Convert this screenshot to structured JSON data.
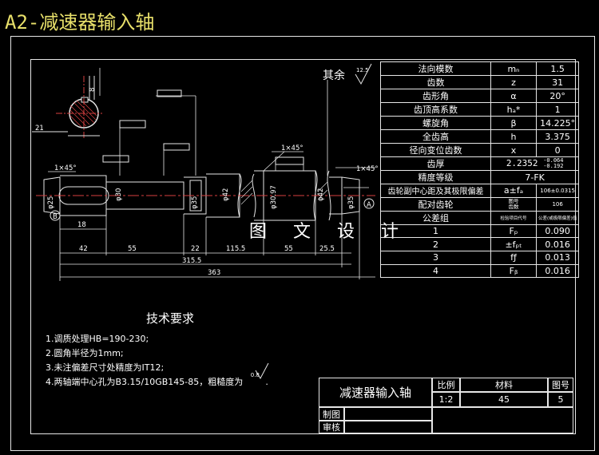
{
  "title": "A2-减速器输入轴",
  "watermark": "图 文 设 计",
  "remaining": {
    "label": "其余",
    "roughness": "12.5"
  },
  "param_table": [
    {
      "name": "法向模数",
      "symbol": "mₙ",
      "value": "1.5"
    },
    {
      "name": "齿数",
      "symbol": "z",
      "value": "31"
    },
    {
      "name": "齿形角",
      "symbol": "α",
      "value": "20°"
    },
    {
      "name": "齿顶高系数",
      "symbol": "hₐ*",
      "value": "1"
    },
    {
      "name": "螺旋角",
      "symbol": "β",
      "value": "14.225°"
    },
    {
      "name": "全齿高",
      "symbol": "h",
      "value": "3.375"
    },
    {
      "name": "径向变位齿数",
      "symbol": "x",
      "value": "0"
    },
    {
      "name": "齿厚",
      "thickness": "2.2352",
      "upper": "-0.064",
      "lower": "-0.192"
    },
    {
      "name": "精度等级",
      "value": "7-FK"
    },
    {
      "name": "齿轮副中心距及其极限偏差",
      "symbol": "a±fₐ",
      "value": "106±0.0315"
    },
    {
      "name": "配对齿轮",
      "symbol": "图号\n齿数",
      "value": "106"
    },
    {
      "name": "公差组",
      "symbol": "检验项目代号",
      "value": "公差(或极限偏差)值"
    },
    {
      "name": "1",
      "symbol": "Fₚ",
      "value": "0.090"
    },
    {
      "name": "2",
      "symbol": "±fₚₜ",
      "value": "0.016"
    },
    {
      "name": "3",
      "symbol": "fƒ",
      "value": "0.013"
    },
    {
      "name": "4",
      "symbol": "Fᵦ",
      "value": "0.016"
    }
  ],
  "requirements": {
    "heading": "技术要求",
    "items": [
      "1.调质处理HB=190-230;",
      "2.圆角半径为1mm;",
      "3.未注偏差尺寸处精度为IT12;",
      "4.两轴端中心孔为B3.15/10GB145-85，粗糙度为",
      "0.8",
      "."
    ]
  },
  "title_block": {
    "name": "减速器输入轴",
    "scale_label": "比例",
    "material_label": "材料",
    "drawing_no_label": "图号",
    "scale": "1:2",
    "material": "45",
    "drawing_no": "5",
    "drawn_label": "制图",
    "checked_label": "审核"
  },
  "dims": {
    "d18": "18",
    "d42": "42",
    "d55a": "55",
    "d22": "22",
    "d115": "115.5",
    "d55b": "55",
    "d25": "25.5",
    "d315": "315.5",
    "d363": "363",
    "chamfer_left": "1×45°",
    "chamfer_mid": "1×45°",
    "chamfer_right": "1×45°",
    "phi30": "φ30",
    "phi35": "φ35",
    "phi42a": "φ42",
    "phi42b": "φ42",
    "phi3097": "φ30.97",
    "phi35r": "φ35",
    "phi25": "φ25",
    "key8": "8",
    "key21": "21",
    "datumA": "A",
    "datumB": "B"
  },
  "colors": {
    "line": "#e6e6e6",
    "center": "#d94040",
    "title": "#e8e06a"
  }
}
